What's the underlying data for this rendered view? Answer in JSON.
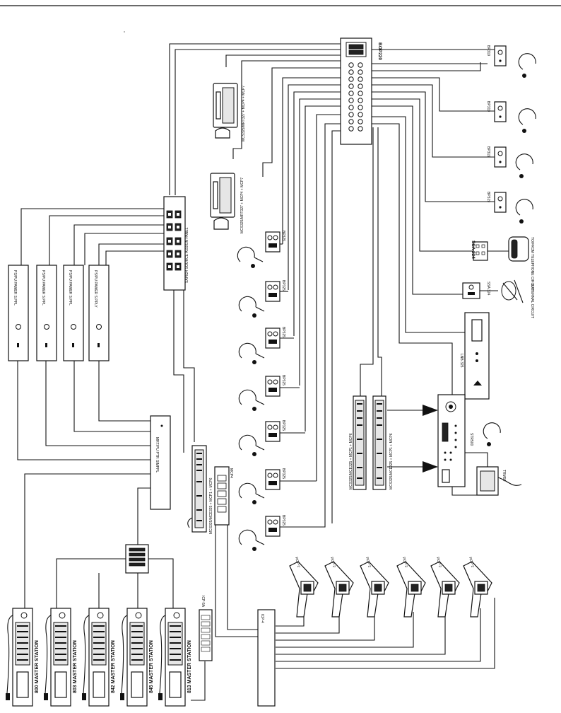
{
  "labels": {
    "bop": "BOP220",
    "ssa": "SSA 324",
    "ssa2": "SSA 324",
    "lnb": "LNB 325",
    "str": "STR500",
    "trm": "TRM50",
    "source": "SAP824 SOURCE ASSIGN PANEL",
    "mcs_top1": "MCS325/MRT327 + MCP4 + MCP7",
    "mcs_top2": "MCS325/MRT327 + MCP4 + MCP7",
    "mcs_mid_a": "MCS325/MCE325 + MCP1 + MCP6",
    "mcs_mid_b": "MCS325/MCE325 + MCP1 + MCP6",
    "mcs_left": "MCS325/MCE325 + MCP1 + MCP6",
    "mcp4": "MCP4",
    "bp319": "BP319",
    "bp325": "BP325",
    "rcp": "RCP-2",
    "psu": "PS/PU PAWER S.PPL",
    "psu2": "PS/PU PAWER S.PPLY",
    "distrib": "MRT/PU PTR SIMPPL",
    "tel_circuit": "TO/FROM TELEPHONE CIRCUIT",
    "ext_circuit": "EXTERNAL CIRCUIT",
    "ext_unit": "ICP-5A",
    "bottom_hub": "ICP-4",
    "station_800": "800 MASTER STATION",
    "station_803": "803 MASTER STATION",
    "station_842": "842 MASTER STATION",
    "station_845": "845 MASTER STATION",
    "station_813": "813 MASTER STATION"
  },
  "bp319_count": 4,
  "bp325_count": 7,
  "rcp_count": 6,
  "psu_count": 4,
  "master_station_count": 5
}
